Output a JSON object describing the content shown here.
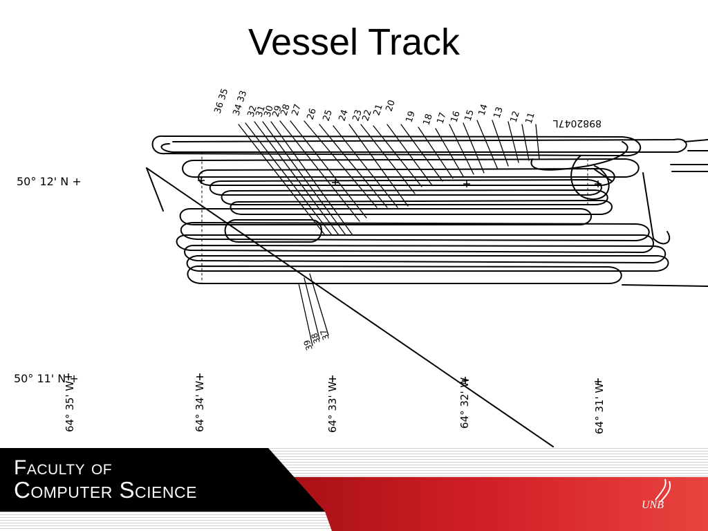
{
  "title": "Vessel Track",
  "latitudes": [
    "50° 12' N +",
    "50° 11' N +"
  ],
  "longitudes": [
    "64° 35' W",
    "64° 34' W",
    "64° 33' W",
    "64° 32' W",
    "64° 31' W"
  ],
  "track_labels": [
    "36 35",
    "34 33",
    "32",
    "31",
    "30",
    "29",
    "28",
    "27",
    "26",
    "25",
    "24",
    "23",
    "22",
    "21",
    "20",
    "19",
    "18",
    "17",
    "16",
    "15",
    "14",
    "13",
    "12",
    "11"
  ],
  "track_labels_lower": [
    "39",
    "38",
    "37"
  ],
  "reference_id": "8982047L",
  "footer": {
    "line1": "Faculty of",
    "line2": "Computer Science",
    "logo_text": "UNB"
  },
  "colors": {
    "footer_black": "#000000",
    "footer_red": "#c8171e",
    "text_white": "#ffffff"
  }
}
